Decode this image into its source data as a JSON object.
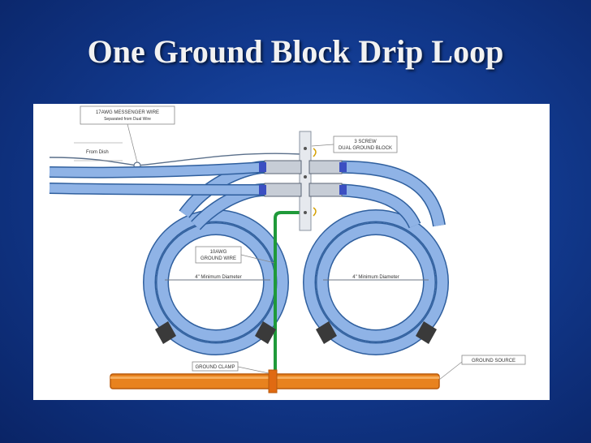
{
  "slide": {
    "title": "One Ground Block Drip Loop"
  },
  "diagram": {
    "labels": {
      "messenger_line1": "17AWG MESSENGER WIRE",
      "messenger_line2": "Separated from Dual Wire",
      "from_dish": "From Dish",
      "block_line1": "3 SCREW",
      "block_line2": "DUAL GROUND BLOCK",
      "ground_wire_line1": "10AWG",
      "ground_wire_line2": "GROUND WIRE",
      "diameter_left": "4\" Minimum Diameter",
      "diameter_right": "4\" Minimum Diameter",
      "ground_clamp": "GROUND CLAMP",
      "ground_source": "GROUND SOURCE"
    },
    "colors": {
      "cable": "#8fb3e6",
      "cable_edge": "#2f5f9e",
      "ground_wire": "#1f9a3a",
      "pipe": "#e8821e",
      "pipe_edge": "#b85a0c"
    }
  }
}
